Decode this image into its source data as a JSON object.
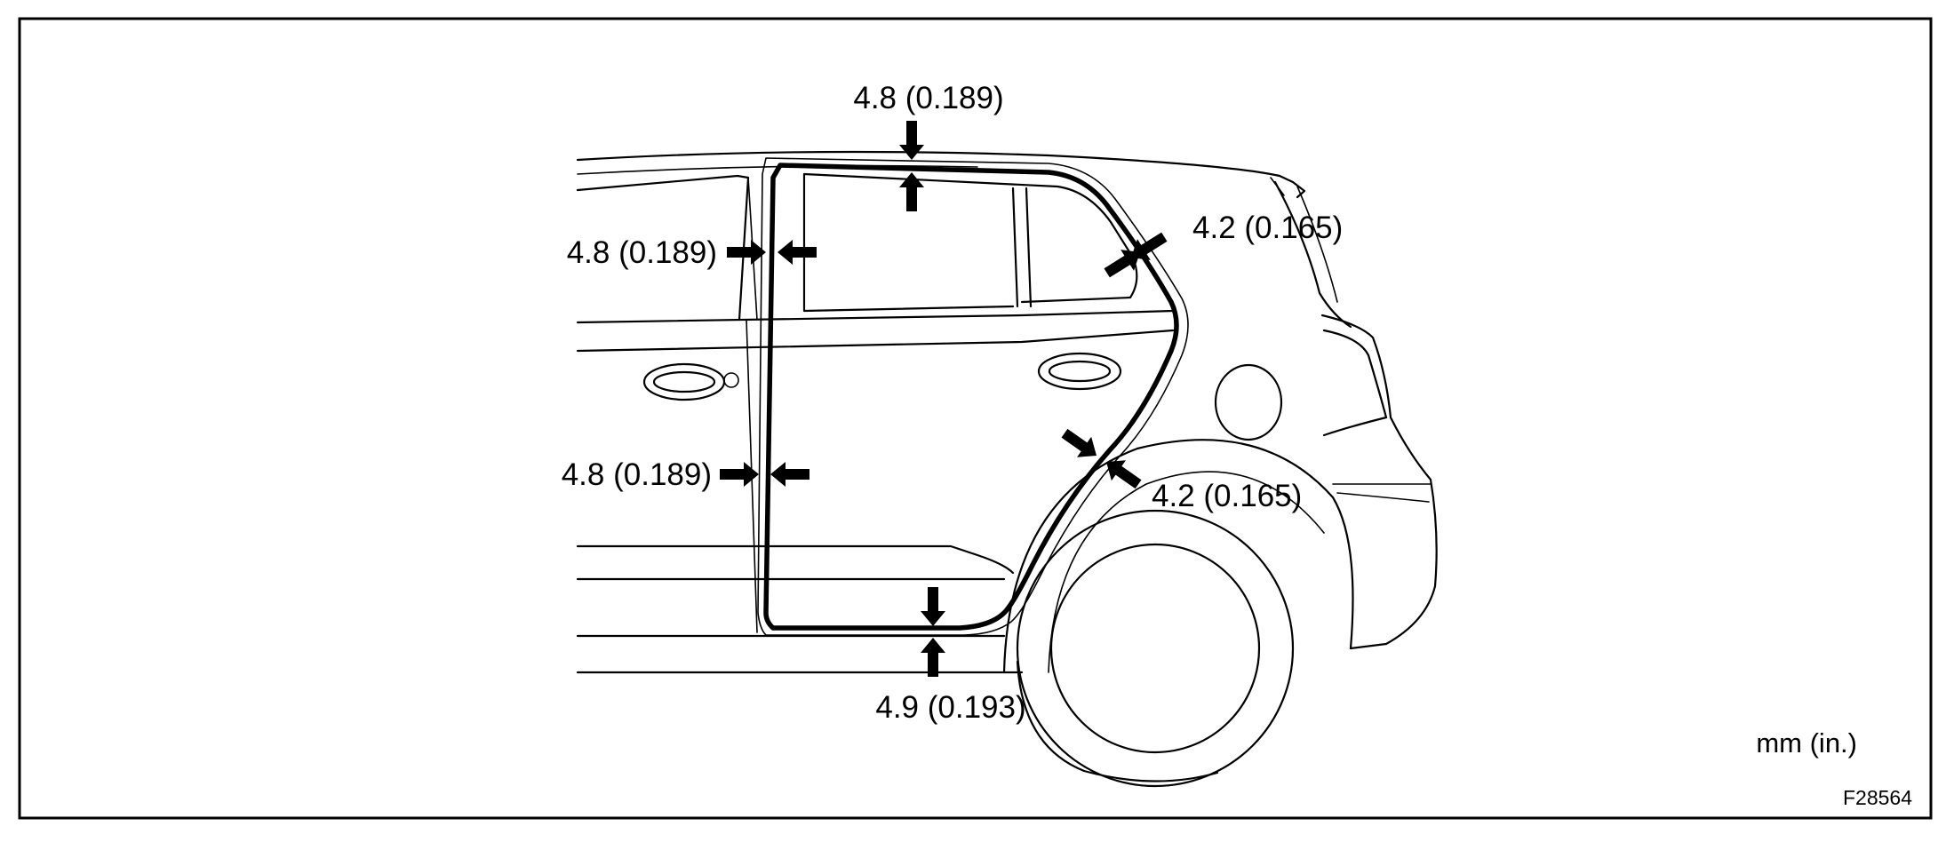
{
  "labels": {
    "top": "4.8 (0.189)",
    "front_upper": "4.8 (0.189)",
    "front_lower": "4.8 (0.189)",
    "rear_upper": "4.2 (0.165)",
    "rear_lower": "4.2 (0.165)",
    "bottom": "4.9 (0.193)"
  },
  "unit_note": "mm (in.)",
  "figure_code": "F28564"
}
